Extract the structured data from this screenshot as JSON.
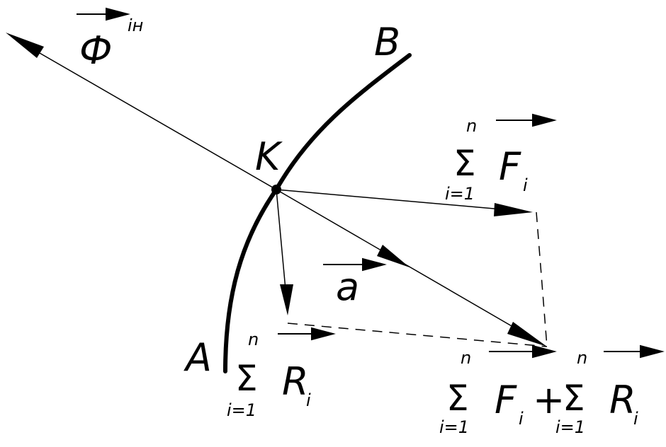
{
  "labels": {
    "phi": "Ф",
    "phi_sup": "ін",
    "point_b": "B",
    "point_k": "K",
    "point_a": "A",
    "acc": "a",
    "sum_f": {
      "sigma": "Σ",
      "top": "n",
      "bottom": "i=1",
      "letter": "F",
      "sub": "i"
    },
    "sum_r": {
      "sigma": "Σ",
      "top": "n",
      "bottom": "i=1",
      "letter": "R",
      "sub": "i"
    },
    "sum_total": {
      "sigma1": "Σ",
      "top1": "n",
      "bottom1": "i=1",
      "letter1": "F",
      "sub1": "i",
      "plus": "+",
      "sigma2": "Σ",
      "top2": "n",
      "bottom2": "i=1",
      "letter2": "R",
      "sub2": "i"
    }
  },
  "colors": {
    "ink": "#000000",
    "background": "#ffffff"
  }
}
